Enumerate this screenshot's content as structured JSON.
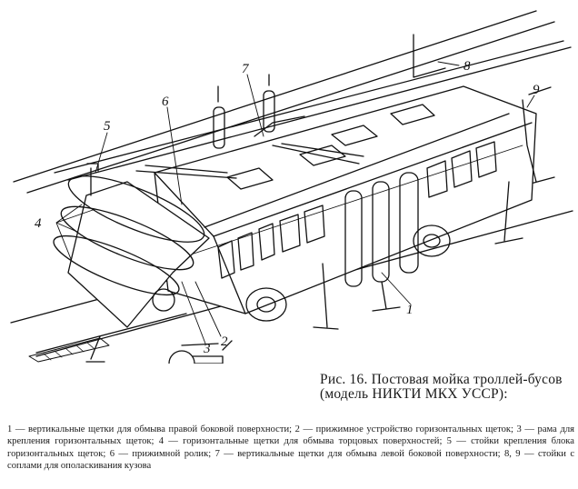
{
  "figure": {
    "caption": "Рис. 16. Постовая мойка троллей-бусов (модель НИКТИ МКХ УССР):",
    "callouts": [
      "1",
      "2",
      "3",
      "4",
      "5",
      "6",
      "7",
      "8",
      "9"
    ],
    "legend": [
      "1 — вертикальные щетки для обмыва правой боковой поверхности;",
      "2 — прижимное устройство горизонтальных щеток;",
      "3 — рама для крепления горизонтальных щеток;",
      "4 — горизонтальные щетки для обмыва торцовых поверхностей;",
      "5 — стойки крепления блока горизонтальных щеток;",
      "6 — прижимной ролик;",
      "7 — вертикальные щетки для обмыва левой боковой поверхности;",
      "8, 9 — стойки с соплами для ополаскивания кузова"
    ]
  }
}
